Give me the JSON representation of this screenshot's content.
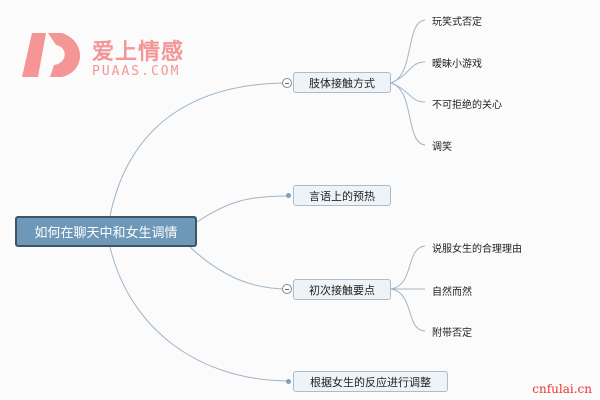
{
  "logo": {
    "cn": "爱上情感",
    "en": "PUAAS.COM"
  },
  "root": {
    "label": "如何在聊天中和女生调情"
  },
  "branches": [
    {
      "label": "肢体接触方式",
      "children": [
        "玩笑式否定",
        "暧昧小游戏",
        "不可拒绝的关心",
        "调笑"
      ]
    },
    {
      "label": "言语上的预热",
      "children": []
    },
    {
      "label": "初次接触要点",
      "children": [
        "说服女生的合理理由",
        "自然而然",
        "附带否定"
      ]
    },
    {
      "label": "根据女生的反应进行调整",
      "children": []
    }
  ],
  "watermark": "cnfulai.cn",
  "colors": {
    "line": "#9fb5c6",
    "root": "#6d98b7",
    "logo": "#f49596"
  }
}
